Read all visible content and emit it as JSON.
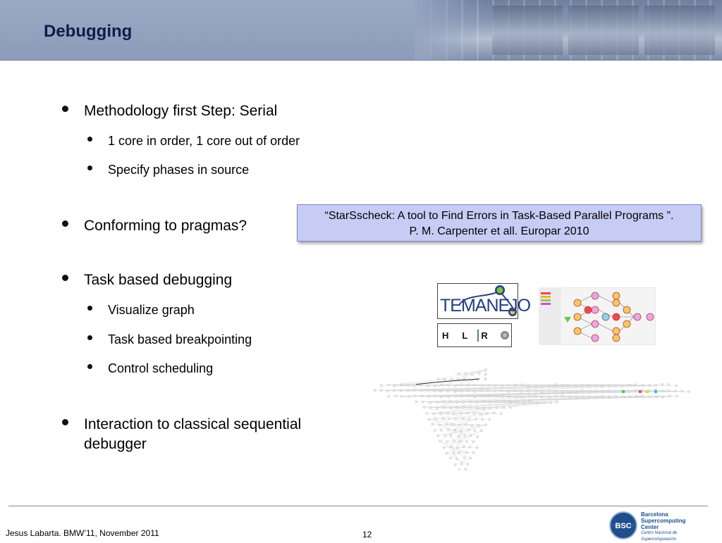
{
  "slide": {
    "title": "Debugging",
    "bullets": {
      "b1": "Methodology first Step: Serial",
      "b1_1": "1 core in order, 1 core out of order",
      "b1_2": "Specify phases in source",
      "b2": "Conforming to pragmas?",
      "b3": "Task based debugging",
      "b3_1": "Visualize graph",
      "b3_2": "Task based breakpointing",
      "b3_3": "Control scheduling",
      "b4": "Interaction to classical sequential debugger"
    },
    "citation": {
      "line1": "“StarSscheck: A tool to Find Errors in Task-Based Parallel Programs ”.",
      "line2": "P. M. Carpenter et all. Europar 2010"
    },
    "logos": {
      "temanejo": "TEMANEJO",
      "hlrs": "HLRS"
    }
  },
  "footer": {
    "author": "Jesus Labarta. BMW’11, November 2011",
    "page": "12",
    "bsc_line1": "Barcelona",
    "bsc_line2": "Supercomputing",
    "bsc_line3": "Center",
    "bsc_sub": "Centro Nacional de Supercomputación",
    "bsc_badge": "BSC"
  },
  "colors": {
    "header_bg": "#9aa9c4",
    "title": "#0d1c4d",
    "citation_bg": "#c7ccf5",
    "bsc_blue": "#1e4f8c"
  }
}
